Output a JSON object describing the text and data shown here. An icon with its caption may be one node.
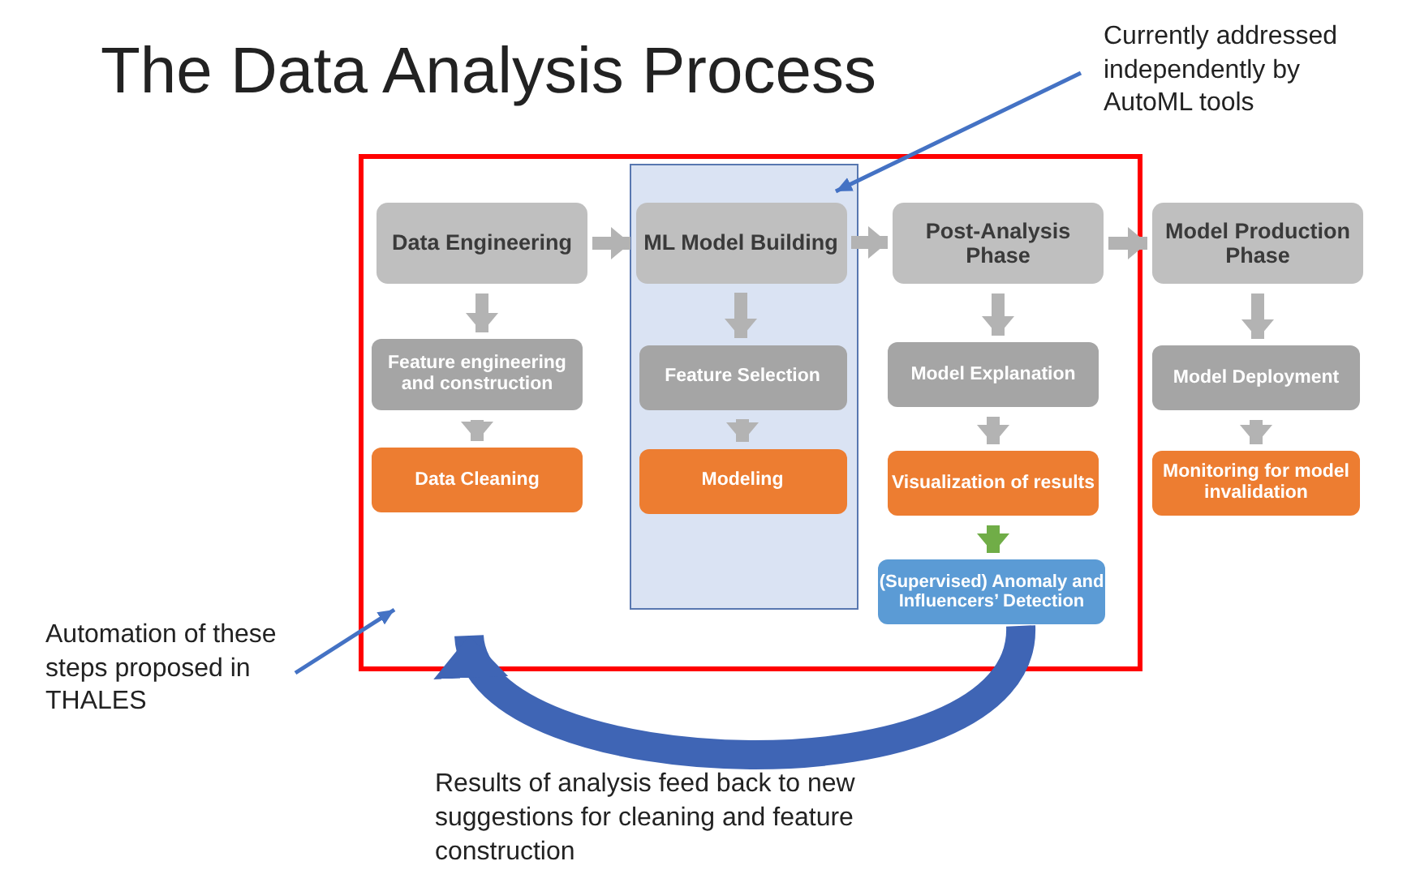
{
  "diagram": {
    "title": "The Data Analysis Process",
    "nodes": [
      {
        "text": [],
        "shape": "box"
      },
      {
        "text": [],
        "shape": "box",
        "in": 0
      },
      {
        "text": [
          "Data Engineering"
        ],
        "in": 0
      },
      {
        "text": [
          "Feature engineering and construction"
        ],
        "in": 0
      },
      {
        "text": [
          "Data Cleaning"
        ],
        "in": 0
      },
      {
        "text": [
          "ML Model Building"
        ],
        "in": 1
      },
      {
        "text": [
          "Feature Selection"
        ],
        "in": 1
      },
      {
        "text": [
          "Modeling"
        ],
        "in": 1
      },
      {
        "text": [
          "Post-Analysis Phase"
        ],
        "in": 0
      },
      {
        "text": [
          "Model Explanation"
        ],
        "in": 0
      },
      {
        "text": [
          "Visualization of results"
        ],
        "in": 0
      },
      {
        "text": [
          "(Supervised) Anomaly and Influencers’ Detection"
        ],
        "in": 0
      },
      {
        "text": [
          "Model Production Phase"
        ]
      },
      {
        "text": [
          "Model Deployment"
        ]
      },
      {
        "text": [
          "Monitoring for model invalidation"
        ]
      },
      {
        "text": [
          "Currently addressed independently by AutoML tools"
        ]
      },
      {
        "text": [
          "Automation of these steps proposed in THALES"
        ]
      }
    ],
    "edges": [
      {
        "from": 2,
        "to": 5,
        "arrow": "to"
      },
      {
        "from": 5,
        "to": 8,
        "arrow": "to"
      },
      {
        "from": 8,
        "to": 12,
        "arrow": "to"
      },
      {
        "from": 2,
        "to": 3,
        "arrow": "to"
      },
      {
        "from": 3,
        "to": 4,
        "arrow": "to"
      },
      {
        "from": 5,
        "to": 6,
        "arrow": "to"
      },
      {
        "from": 6,
        "to": 7,
        "arrow": "to"
      },
      {
        "from": 8,
        "to": 9,
        "arrow": "to"
      },
      {
        "from": 9,
        "to": 10,
        "arrow": "to"
      },
      {
        "from": 10,
        "to": 11,
        "arrow": "to",
        "color": "#70ad47"
      },
      {
        "from": 12,
        "to": 13,
        "arrow": "to"
      },
      {
        "from": 13,
        "to": 14,
        "arrow": "to"
      },
      {
        "from": 15,
        "to": 1,
        "arrow": "to",
        "color": "#4472c4"
      },
      {
        "from": 16,
        "to": 0,
        "arrow": "to",
        "color": "#4472c4"
      },
      {
        "from": 11,
        "to": 0,
        "arrow": "to",
        "style": "thick",
        "color": "#3f65b5"
      }
    ],
    "labels": [
      "Results of analysis feed back to new suggestions for cleaning and feature construction"
    ]
  }
}
